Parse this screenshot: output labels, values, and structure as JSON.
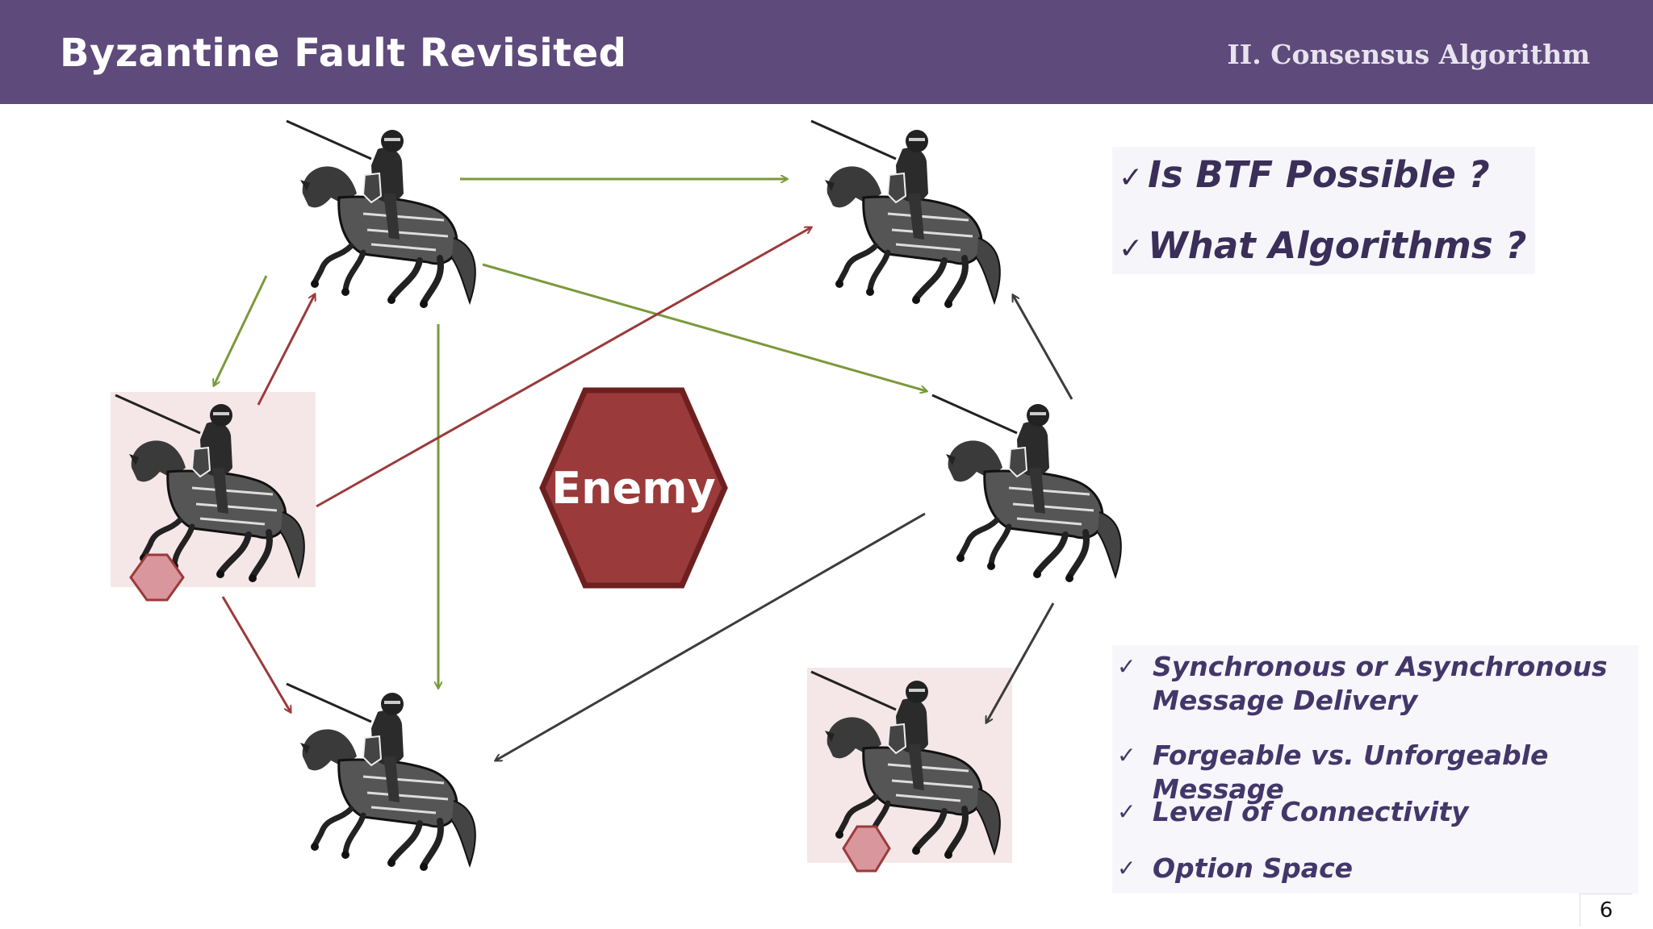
{
  "header": {
    "title": "Byzantine Fault Revisited",
    "section": "II. Consensus Algorithm"
  },
  "diagram": {
    "enemy_label": "Enemy",
    "colors": {
      "loyal_arrow": "#7a9a3a",
      "traitor_arrow": "#9b3a3a",
      "dark_arrow": "#3c3c3c",
      "enemy_fill": "#9b3a3a",
      "enemy_stroke": "#6e2020",
      "traitor_marker": "#d9969c",
      "traitor_background": "#f5e7e7"
    }
  },
  "questions": [
    {
      "check": "✓",
      "text": "Is BTF Possible ?"
    },
    {
      "check": "✓",
      "text": "What Algorithms ?"
    }
  ],
  "factors": [
    {
      "check": "✓",
      "text": "Synchronous or Asynchronous\nMessage Delivery"
    },
    {
      "check": "✓",
      "text": "Forgeable vs. Unforgeable Message"
    },
    {
      "check": "✓",
      "text": "Level of Connectivity"
    },
    {
      "check": "✓",
      "text": "Option Space"
    }
  ],
  "page_number": "6"
}
